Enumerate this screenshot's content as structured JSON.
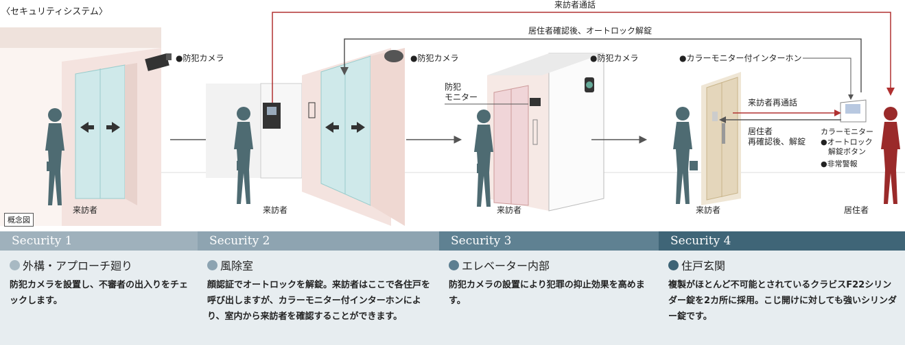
{
  "title": "〈セキュリティシステム〉",
  "concept_label": "概念図",
  "flow": {
    "visitor_call": "来訪者通話",
    "resident_unlock": "居住者確認後、オートロック解錠",
    "visitor_recall": "来訪者再通話",
    "resident_reconfirm": "居住者\n再確認後、解錠"
  },
  "tags": {
    "camera1": "●防犯カメラ",
    "camera2": "●防犯カメラ",
    "camera3": "●防犯カメラ",
    "monitor": "防犯\nモニター",
    "intercom": "●カラーモニター付インターホン",
    "color_monitor": "カラーモニター",
    "unlock_button": "●オートロック\n　解錠ボタン",
    "alarm": "●非常警報"
  },
  "people": {
    "visitor1": "来訪者",
    "visitor2": "来訪者",
    "visitor3": "来訪者",
    "visitor4": "来訪者",
    "resident": "居住者"
  },
  "colors": {
    "figure": "#4e6b72",
    "resident": "#9a2a2a",
    "arrow_red": "#b03030",
    "arrow_gray": "#555555"
  },
  "sections": [
    {
      "label": "Security 1",
      "heading": "外構・アプローチ廻り",
      "text": "防犯カメラを設置し、不審者の出入りをチェックします。"
    },
    {
      "label": "Security 2",
      "heading": "風除室",
      "text": "顔認証でオートロックを解錠。来訪者はここで各住戸を呼び出しますが、カラーモニター付インターホンにより、室内から来訪者を確認することができます。"
    },
    {
      "label": "Security 3",
      "heading": "エレベーター内部",
      "text": "防犯カメラの設置により犯罪の抑止効果を高めます。"
    },
    {
      "label": "Security 4",
      "heading": "住戸玄関",
      "text": "複製がほとんど不可能とされているクラビスF22シリンダー錠を2カ所に採用。こじ開けに対しても強いシリンダー錠です。"
    }
  ]
}
